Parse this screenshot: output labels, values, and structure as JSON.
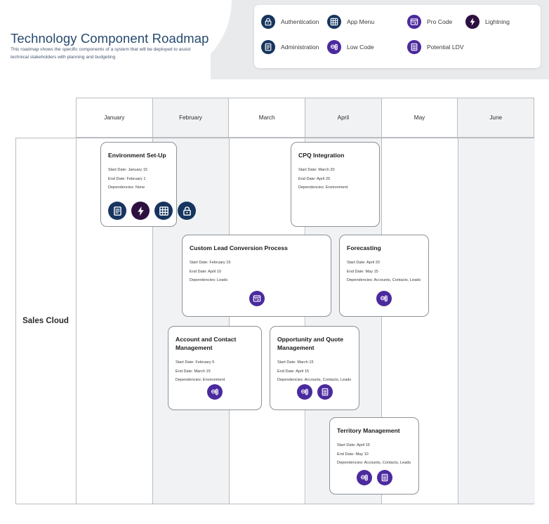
{
  "header": {
    "title": "Technology Component Roadmap",
    "subtitle": "This  roadmap shows the specific components of a system that will be deployed to assist technical stakeholders with planning and budgeting"
  },
  "legend": {
    "items": [
      {
        "label": "Authentication",
        "icon": "lock-icon",
        "color": "#17365f"
      },
      {
        "label": "App Menu",
        "icon": "app-grid-icon",
        "color": "#17365f"
      },
      {
        "label": "Pro Code",
        "icon": "code-window-icon",
        "color": "#4b2a9e"
      },
      {
        "label": "Lightning",
        "icon": "lightning-icon",
        "color": "#2d1040"
      },
      {
        "label": "Administration",
        "icon": "clipboard-icon",
        "color": "#17365f"
      },
      {
        "label": "Low Code",
        "icon": "low-code-icon",
        "color": "#4b2a9e"
      },
      {
        "label": "Potential LDV",
        "icon": "database-icon",
        "color": "#4b2a9e"
      }
    ]
  },
  "timeline": {
    "months": [
      "January",
      "February",
      "March",
      "April",
      "May",
      "June"
    ],
    "shaded_months": [
      "February",
      "April",
      "June"
    ],
    "rows": [
      {
        "label": "Sales Cloud"
      }
    ]
  },
  "cards": [
    {
      "title": "Environment Set-Up",
      "start_label": "Start Date:",
      "start_value": "January 15",
      "end_label": "End Date:",
      "end_value": "February 1",
      "dep_label": "Dependencies:",
      "dep_value": "None",
      "icons": [
        "clipboard-icon",
        "lightning-icon",
        "app-grid-icon",
        "lock-icon"
      ],
      "icon_colors": [
        "#17365f",
        "#2d1040",
        "#17365f",
        "#17365f"
      ],
      "icons_align": "left"
    },
    {
      "title": "CPQ Integration",
      "start_label": "Start Date:",
      "start_value": "March 20",
      "end_label": "End Date:",
      "end_value": "April 25",
      "dep_label": "Dependencies:",
      "dep_value": "Environment",
      "icons": [],
      "icon_colors": [],
      "icons_align": "center"
    },
    {
      "title": "Custom Lead Conversion Process",
      "start_label": "Start Date:",
      "start_value": "February 15",
      "end_label": "End Date:",
      "end_value": "April 10",
      "dep_label": "Dependencies:",
      "dep_value": "Leads",
      "icons": [
        "code-window-icon"
      ],
      "icon_colors": [
        "#4b2a9e"
      ],
      "icons_align": "center"
    },
    {
      "title": "Forecasting",
      "start_label": "Start Date:",
      "start_value": "April 20",
      "end_label": "End Date:",
      "end_value": "May 15",
      "dep_label": "Dependencies:",
      "dep_value": "Accounts, Contacts, Leads",
      "icons": [
        "low-code-icon"
      ],
      "icon_colors": [
        "#4b2a9e"
      ],
      "icons_align": "center"
    },
    {
      "title": "Account and Contact Management",
      "start_label": "Start Date:",
      "start_value": "February 5",
      "end_label": "End Date:",
      "end_value": "March 15",
      "dep_label": "Dependencies:",
      "dep_value": "Environment",
      "icons": [
        "low-code-icon"
      ],
      "icon_colors": [
        "#4b2a9e"
      ],
      "icons_align": "center"
    },
    {
      "title": "Opportunity and Quote Management",
      "start_label": "Start Date:",
      "start_value": "March 15",
      "end_label": "End Date:",
      "end_value": "April 15",
      "dep_label": "Dependencies:",
      "dep_value": "Accounts, Contacts, Leads",
      "icons": [
        "low-code-icon",
        "database-icon"
      ],
      "icon_colors": [
        "#4b2a9e",
        "#4b2a9e"
      ],
      "icons_align": "center"
    },
    {
      "title": "Territory Management",
      "start_label": "Start Date:",
      "start_value": "April 15",
      "end_label": "End Date:",
      "end_value": "May 10",
      "dep_label": "Dependencies:",
      "dep_value": "Accounts, Contacts, Leads",
      "icons": [
        "low-code-icon",
        "database-icon"
      ],
      "icon_colors": [
        "#4b2a9e",
        "#4b2a9e"
      ],
      "icons_align": "center"
    }
  ]
}
